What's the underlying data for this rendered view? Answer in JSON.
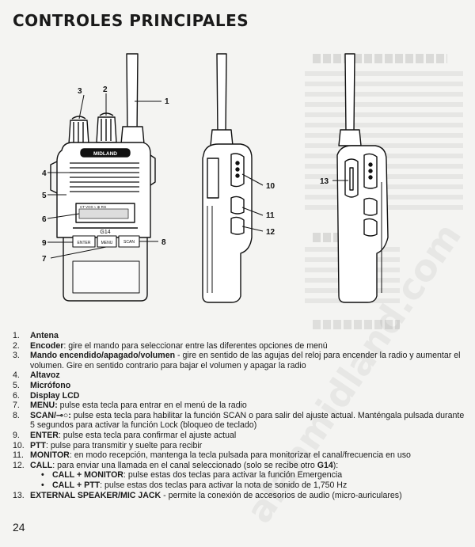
{
  "page": {
    "title": "CONTROLES PRINCIPALES",
    "page_number": "24"
  },
  "callouts": [
    "1",
    "2",
    "3",
    "4",
    "5",
    "6",
    "7",
    "8",
    "9",
    "10",
    "11",
    "12",
    "13"
  ],
  "radio_labels": {
    "brand": "MIDLAND",
    "model": "G14",
    "btn_enter": "ENTER",
    "btn_menu": "MENU",
    "btn_scan": "SCAN",
    "lcd_text": "CT VOX ≈ ⊕ RG"
  },
  "items": [
    {
      "num": "1.",
      "term": "Antena",
      "text": ""
    },
    {
      "num": "2.",
      "term": "Encoder",
      "text": ": gire el mando para seleccionar entre las diferentes opciones de menú"
    },
    {
      "num": "3.",
      "term": "Mando encendido/apagado/volumen",
      "text": " - gire en sentido de las agujas del reloj para encender la radio y aumentar el volumen. Gire en sentido contrario para bajar el volumen y apagar la radio"
    },
    {
      "num": "4.",
      "term": "Altavoz",
      "text": ""
    },
    {
      "num": "5.",
      "term": "Micrófono",
      "text": ""
    },
    {
      "num": "6.",
      "term": "Display LCD",
      "text": ""
    },
    {
      "num": "7.",
      "term": "MENU:",
      "text": " pulse esta tecla para entrar en el menú de la radio"
    },
    {
      "num": "8.",
      "term": "SCAN/⊸○:",
      "text": " pulse esta tecla para habilitar la función SCAN o para salir del ajuste actual. Manténgala pulsada durante 5 segundos para activar la función Lock (bloqueo de teclado)"
    },
    {
      "num": "9.",
      "term": "ENTER",
      "text": ": pulse esta tecla para confirmar el ajuste actual"
    },
    {
      "num": "10.",
      "term": "PTT",
      "text": ": pulse para transmitir y suelte para recibir"
    },
    {
      "num": "11.",
      "term": "MONITOR",
      "text": ": en modo recepción, mantenga la tecla pulsada para monitorizar el canal/frecuencia en uso"
    },
    {
      "num": "12.",
      "term": "CALL",
      "text": ": para enviar una llamada en el canal seleccionado (solo se recibe otro ",
      "term2": "G14",
      "text2": "):"
    },
    {
      "num": "13.",
      "term": "EXTERNAL SPEAKER/MIC JACK",
      "text": " - permite la conexión de accesorios de audio (micro-auriculares)"
    }
  ],
  "sub_items": [
    {
      "bullet": "•",
      "term": "CALL + MONITOR",
      "text": ": pulse estas dos teclas para activar la función Emergencia"
    },
    {
      "bullet": "•",
      "term": "CALL + PTT",
      "text": ": pulse estas dos teclas para activar la nota de sonido de 1,750 Hz"
    }
  ],
  "watermark": "alanmidland.com"
}
